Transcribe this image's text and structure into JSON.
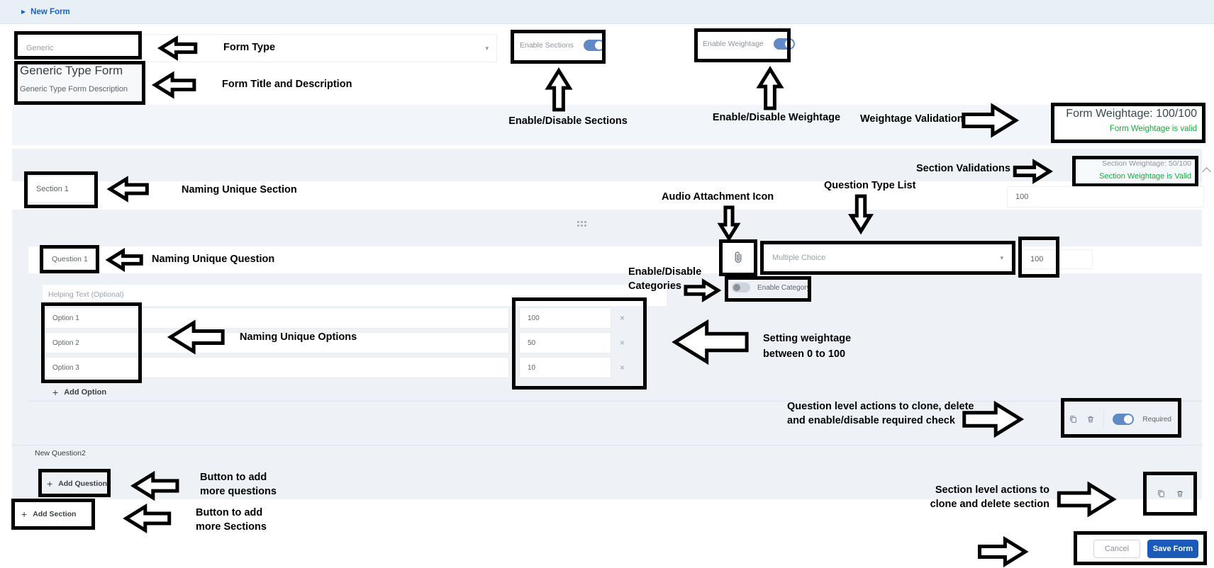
{
  "topbar": {
    "breadcrumb": "New Form"
  },
  "header": {
    "form_type": {
      "value": "Generic"
    },
    "toggles": {
      "sections": "Enable Sections",
      "weightage": "Enable Weightage"
    },
    "title": "Generic Type Form",
    "description": "Generic Type Form Description",
    "weightage_summary": "Form Weightage: 100/100",
    "weightage_status": "Form Weightage is valid"
  },
  "section": {
    "name": "Section 1",
    "weightage_summary": "Section Weightage: 50/100",
    "weightage_status": "Section Weightage is Valid",
    "weight": "100",
    "question": {
      "name": "Question 1",
      "helping_text": "Helping Text (Optional)",
      "type": "Multiple Choice",
      "weight": "100",
      "category_toggle": "Enable Category",
      "options": [
        {
          "label": "Option 1",
          "weight": "100"
        },
        {
          "label": "Option 2",
          "weight": "50"
        },
        {
          "label": "Option 3",
          "weight": "10"
        }
      ],
      "add_option": "Add Option",
      "required": "Required"
    },
    "next_question": "New Question2",
    "add_question": "Add Question"
  },
  "footer": {
    "add_section": "Add Section",
    "cancel": "Cancel",
    "save": "Save Form"
  },
  "icons": {
    "plus": "+",
    "close": "×",
    "caret_down": "▾",
    "breadcrumb_arrow": "▶"
  },
  "annotations": {
    "form_type": "Form Type",
    "form_title": "Form Title and Description",
    "enable_sections": "Enable/Disable Sections",
    "enable_weightage": "Enable/Disable Weightage",
    "weightage_validations": "Weightage Validations",
    "section_validations": "Section Validations",
    "naming_section": "Naming Unique Section",
    "audio_icon": "Audio Attachment Icon",
    "question_type_list": "Question Type List",
    "naming_question": "Naming Unique Question",
    "categories_line1": "Enable/Disable",
    "categories_line2": "Categories",
    "naming_options": "Naming Unique Options",
    "weightage_line1": "Setting weightage",
    "weightage_line2": "between 0 to 100",
    "question_actions_line1": "Question level actions to clone, delete",
    "question_actions_line2": "and enable/disable required check",
    "add_questions_line1": "Button to add",
    "add_questions_line2": "more questions",
    "add_sections_line1": "Button to add",
    "add_sections_line2": "more Sections",
    "section_actions_line1": "Section level actions to",
    "section_actions_line2": "clone and delete section"
  },
  "colors": {
    "accent_blue": "#1a5bb8",
    "toggle_blue": "#6189c6",
    "valid_green": "#17a63e",
    "breadcrumb_blue": "#1664c0"
  }
}
